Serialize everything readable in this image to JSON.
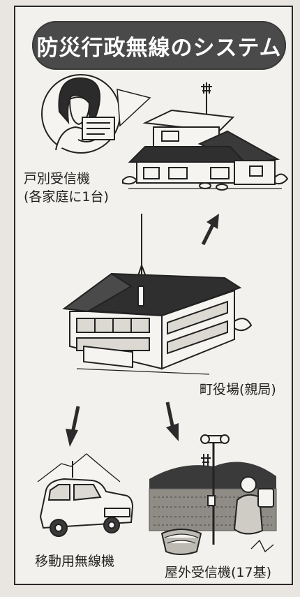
{
  "title": "防災行政無線のシステム",
  "labels": {
    "household_receiver_line1": "戸別受信機",
    "household_receiver_line2": "(各家庭に1台)",
    "town_hall": "町役場(親局)",
    "mobile_radio": "移動用無線機",
    "outdoor_receiver": "屋外受信機(17基)"
  }
}
